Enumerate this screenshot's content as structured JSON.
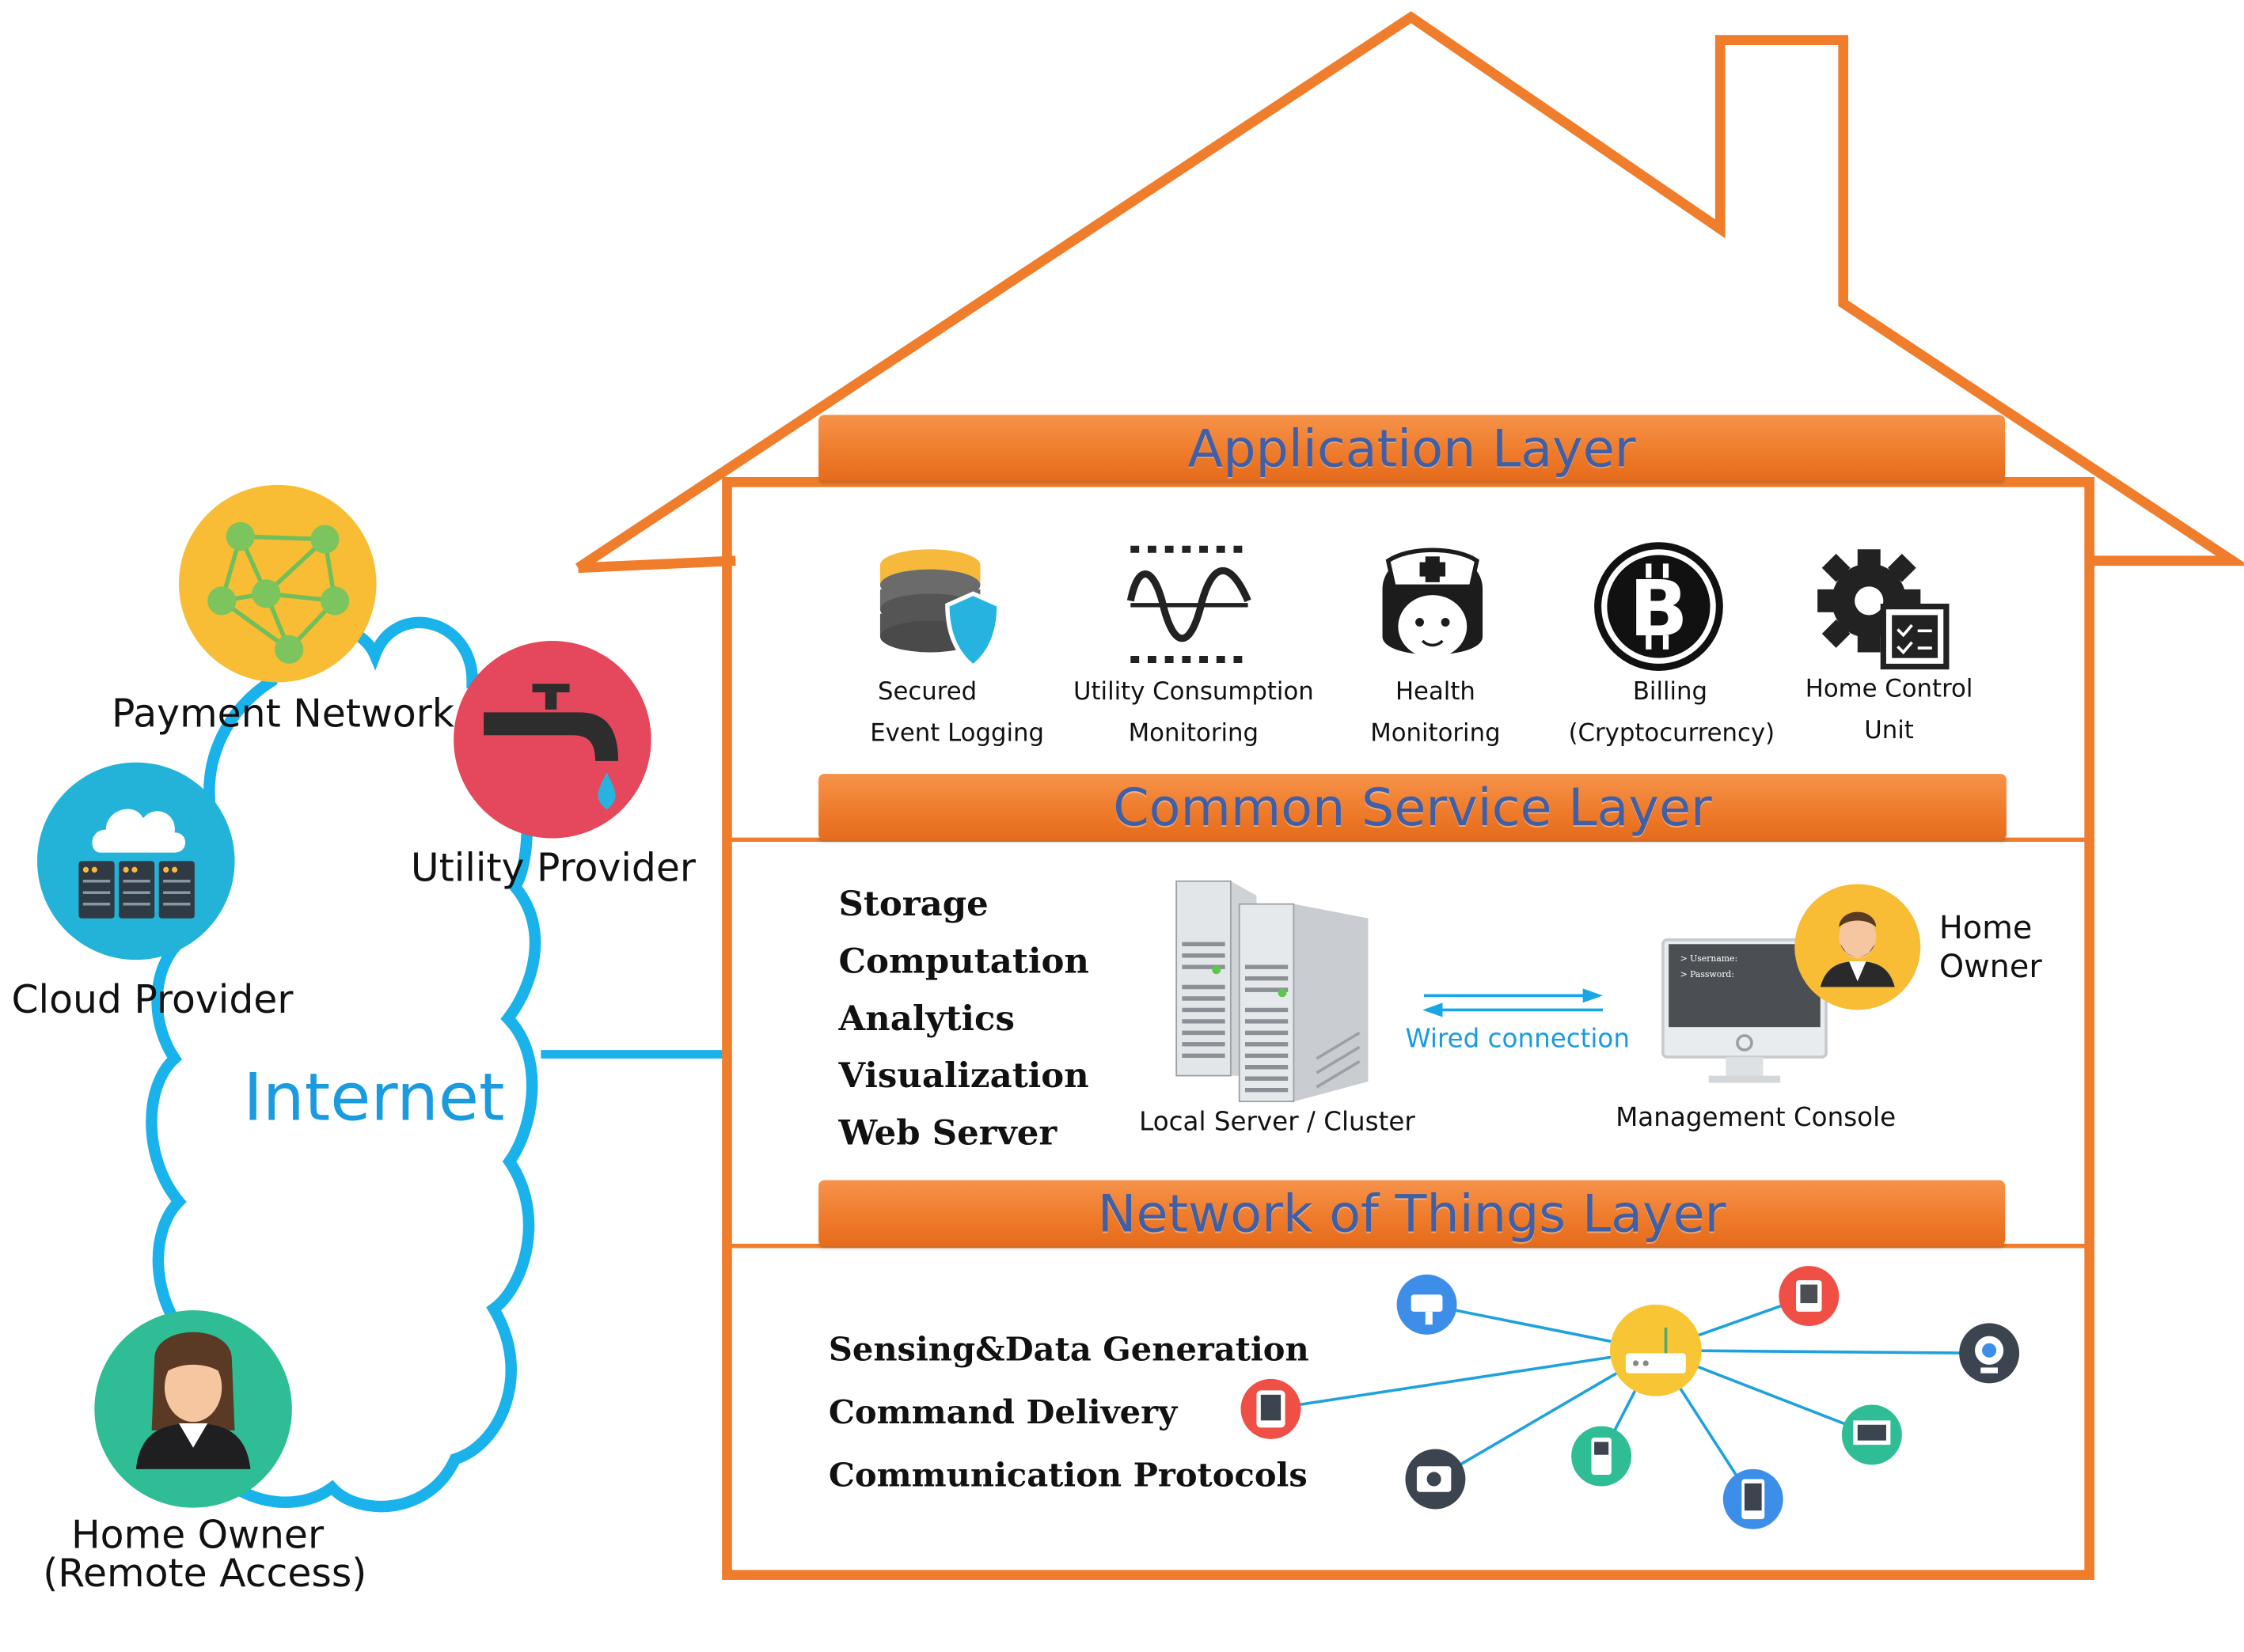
{
  "external": {
    "internet": "Internet",
    "payment_network": "Payment Network",
    "utility_provider": "Utility Provider",
    "cloud_provider": "Cloud Provider",
    "home_owner_remote_line1": "Home Owner",
    "home_owner_remote_line2": "(Remote Access)"
  },
  "layers": {
    "application": "Application Layer",
    "common_service": "Common Service Layer",
    "network_of_things": "Network of Things Layer"
  },
  "application_items": [
    {
      "line1": "Secured",
      "line2": "Event Logging",
      "icon": "database-shield-icon"
    },
    {
      "line1": "Utility Consumption",
      "line2": "Monitoring",
      "icon": "waveform-icon"
    },
    {
      "line1": "Health",
      "line2": "Monitoring",
      "icon": "nurse-icon"
    },
    {
      "line1": "Billing",
      "line2": "(Cryptocurrency)",
      "icon": "bitcoin-icon"
    },
    {
      "line1": "Home Control",
      "line2": "Unit",
      "icon": "gear-checklist-icon"
    }
  ],
  "common_service": {
    "functions": [
      "Storage",
      "Computation",
      "Analytics",
      "Visualization",
      "Web Server"
    ],
    "server_label": "Local Server / Cluster",
    "connection_label": "Wired connection",
    "console_label": "Management Console",
    "console_screen_line1": "> Username:",
    "console_screen_line2": "> Password:",
    "home_owner_line1": "Home",
    "home_owner_line2": "Owner"
  },
  "network_of_things": {
    "functions": [
      "Sensing&Data Generation",
      "Command Delivery",
      "Communication Protocols"
    ],
    "devices": [
      "router-icon",
      "camera-icon",
      "tablet-icon",
      "webcam-icon",
      "monitor-icon",
      "phone-icon",
      "handset-icon",
      "video-camera-icon",
      "tablet-red-icon"
    ]
  },
  "colors": {
    "house_outline": "#ef7d2b",
    "band": "#ee7a2a",
    "band_title": "#3f5fa6",
    "internet_cloud": "#1ab2ea",
    "internet_text": "#1a9be0",
    "wired_arrow": "#18a6e6",
    "payment_circle": "#f8bd35",
    "utility_circle": "#e5475c",
    "cloud_circle": "#24b3d8",
    "remote_owner_circle": "#2fbd95"
  }
}
